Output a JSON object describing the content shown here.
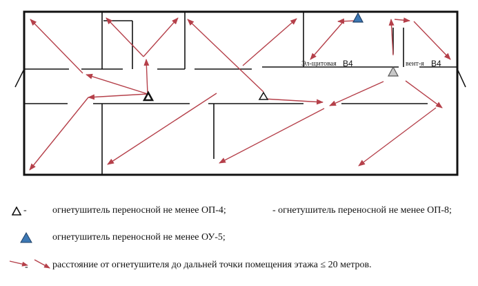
{
  "rooms": {
    "electrical": {
      "name": "Эл-щитовая",
      "code": "В4"
    },
    "ventilation": {
      "name": "вент-я",
      "code": "В4"
    }
  },
  "legend": {
    "op4": {
      "dash": "-",
      "text": "огнетушитель переносной не менее  ОП-4;"
    },
    "op8": {
      "text": "- огнетушитель переносной не менее ОП-8;"
    },
    "ou5": {
      "text": "огнетушитель переносной не менее ОУ-5;"
    },
    "distance": {
      "dash": "-",
      "text": "расстояние от огнетушителя до дальней точки помещения этажа ≤ 20 метров."
    }
  },
  "colors": {
    "arrow": "#b5404a",
    "wall": "#111111",
    "op8_fill": "#c8c8c8",
    "ou5_fill": "#3c78b4"
  }
}
